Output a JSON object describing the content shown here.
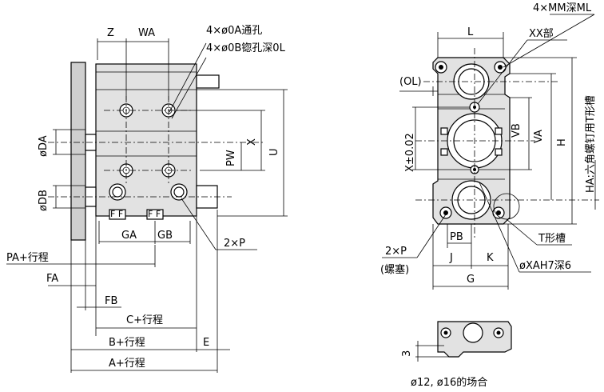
{
  "front": {
    "z": "Z",
    "wa": "WA",
    "hole_a": "4×ø0A通孔",
    "hole_b": "4×ø0B锪孔深0L",
    "x": "X",
    "u": "U",
    "pw": "PW",
    "da": "øDA",
    "db": "øDB",
    "ga": "GA",
    "gb": "GB",
    "port": "2×P",
    "pa": "PA+行程",
    "fa": "FA",
    "fb": "FB",
    "c": "C+行程",
    "b": "B+行程",
    "e": "E",
    "a": "A+行程"
  },
  "side": {
    "mm": "4×MM深ML",
    "l": "L",
    "xx": "XX部",
    "ol": "(OL)",
    "x_tol": "X±0.02",
    "vb": "VB",
    "va": "VA",
    "h": "H",
    "ha": "HA:六角螺钉用T形槽",
    "port": "2×P",
    "plug": "(螺塞)",
    "pb": "PB",
    "j": "J",
    "k": "K",
    "g": "G",
    "tslot": "T形槽",
    "xah": "øXAH7深6",
    "three": "3",
    "note": "ø12, ø16的场合"
  }
}
